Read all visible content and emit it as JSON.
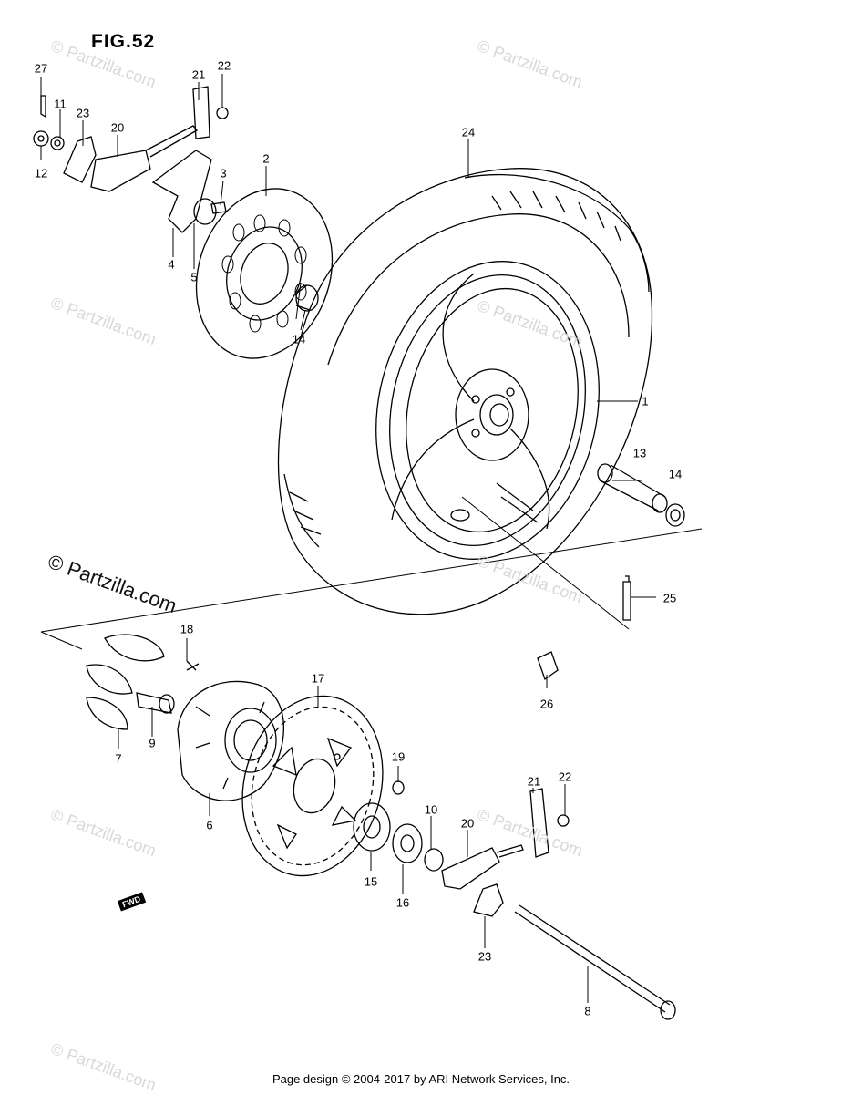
{
  "figure": {
    "title": "FIG.52"
  },
  "callouts": [
    {
      "id": "c27a",
      "label": "27"
    },
    {
      "id": "c11a",
      "label": "11"
    },
    {
      "id": "c23a",
      "label": "23"
    },
    {
      "id": "c20a",
      "label": "20"
    },
    {
      "id": "c21a",
      "label": "21"
    },
    {
      "id": "c22a",
      "label": "22"
    },
    {
      "id": "c12a",
      "label": "12"
    },
    {
      "id": "c3",
      "label": "3"
    },
    {
      "id": "c2",
      "label": "2"
    },
    {
      "id": "c4",
      "label": "4"
    },
    {
      "id": "c5",
      "label": "5"
    },
    {
      "id": "c14a",
      "label": "14"
    },
    {
      "id": "c24",
      "label": "24"
    },
    {
      "id": "c1",
      "label": "1"
    },
    {
      "id": "c13",
      "label": "13"
    },
    {
      "id": "c14b",
      "label": "14"
    },
    {
      "id": "c25",
      "label": "25"
    },
    {
      "id": "c18",
      "label": "18"
    },
    {
      "id": "c17",
      "label": "17"
    },
    {
      "id": "c7",
      "label": "7"
    },
    {
      "id": "c9",
      "label": "9"
    },
    {
      "id": "c26",
      "label": "26"
    },
    {
      "id": "c19",
      "label": "19"
    },
    {
      "id": "c6",
      "label": "6"
    },
    {
      "id": "c21b",
      "label": "21"
    },
    {
      "id": "c22b",
      "label": "22"
    },
    {
      "id": "c10",
      "label": "10"
    },
    {
      "id": "c20b",
      "label": "20"
    },
    {
      "id": "c15",
      "label": "15"
    },
    {
      "id": "c16",
      "label": "16"
    },
    {
      "id": "c23b",
      "label": "23"
    },
    {
      "id": "c8",
      "label": "8"
    }
  ],
  "watermark": {
    "light": "© Partzilla.com",
    "strong": "© Partzilla.com"
  },
  "fwd_label": "FWD",
  "footer": {
    "text": "Page design © 2004-2017 by ARI Network Services, Inc."
  }
}
